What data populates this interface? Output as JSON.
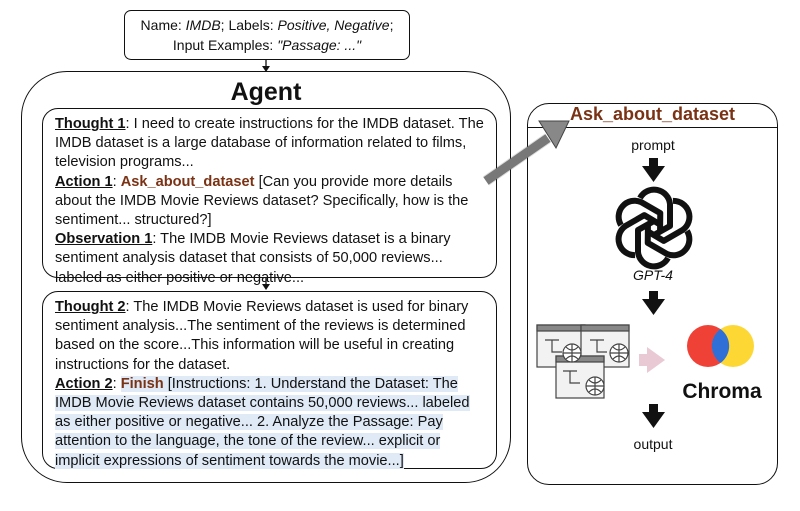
{
  "input": {
    "line1": {
      "name_label": "Name: ",
      "name_value": "IMDB",
      "labels_label": "; Labels: ",
      "labels_value": "Positive, Negative",
      "end": ";"
    },
    "line2": {
      "examples_label": "Input Examples: ",
      "examples_value": "\"Passage: ...\""
    }
  },
  "agent": {
    "title": "Agent",
    "step1": {
      "thought_label": "Thought 1",
      "thought_text": ": I need to create instructions for the IMDB dataset. The IMDB dataset is a large database of information related to films, television programs...",
      "action_label": "Action 1",
      "action_sep": ": ",
      "action_tool": "Ask_about_dataset",
      "action_text": " [Can you provide more details about the IMDB Movie Reviews dataset? Specifically, how is the sentiment... structured?]",
      "obs_label": "Observation 1",
      "obs_text": ": The IMDB Movie Reviews dataset is a binary sentiment analysis dataset that consists of 50,000 reviews... labeled as either positive or negative..."
    },
    "step2": {
      "thought_label": "Thought 2",
      "thought_text": ": The IMDB Movie Reviews dataset is used for binary sentiment analysis...The sentiment of the reviews is determined based on the score...This information will be useful in creating instructions for the dataset.",
      "action_label": "Action 2",
      "action_sep": ": ",
      "action_tool": "Finish",
      "action_text": " [Instructions: 1. Understand the Dataset: The IMDB Movie Reviews dataset contains 50,000 reviews... labeled as either positive or negative... 2. Analyze the Passage: Pay attention to the language, the tone of the review... explicit or implicit expressions of sentiment towards the movie...]"
    }
  },
  "tool": {
    "title": "Ask_about_dataset",
    "prompt_label": "prompt",
    "model_label": "GPT-4",
    "db_label": "Chroma",
    "output_label": "output"
  },
  "colors": {
    "tool_name": "#7a3214",
    "highlight": "#dfeaf6",
    "arrow_gray": "#888888",
    "chroma_red": "#ef4136",
    "chroma_yellow": "#fdd835",
    "chroma_blue": "#2f6fd6"
  }
}
